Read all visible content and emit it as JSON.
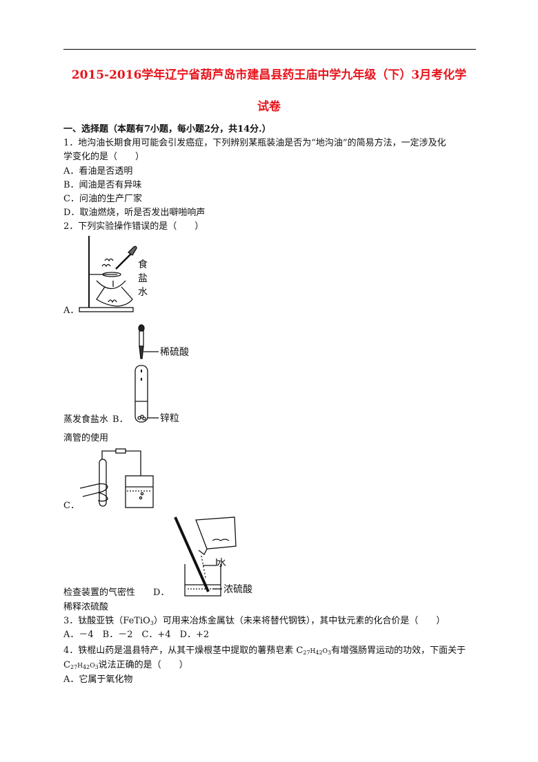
{
  "title": {
    "line1": "2015-2016学年辽宁省葫芦岛市建昌县药王庙中学九年级（下）3月考化学",
    "line2": "试卷"
  },
  "section1": {
    "heading": "一、选择题（本题有7小题，每小题2分，共14分.）"
  },
  "q1": {
    "stem_line1": "1．地沟油长期食用可能会引发癌症，下列辨别某瓶装油是否为“地沟油”的简易方法，一定涉及化",
    "stem_line2": "学变化的是（　　）",
    "option_a": "A．看油是否透明",
    "option_b": "B．闻油是否有异味",
    "option_c": "C．问油的生产厂家",
    "option_d": "D．取油燃烧，听是否发出噼啪响声"
  },
  "q2": {
    "stem": "2．下列实验操作错误的是（　　）",
    "a_letter": "A．",
    "a_caption": "蒸发食盐水",
    "b_letter": "B．",
    "b_caption": "滴管的使用",
    "c_letter": "C．",
    "c_caption": "检查装置的气密性",
    "d_letter": "D．",
    "d_caption": "稀释浓硫酸",
    "fig_a": {
      "label_1": "食",
      "label_2": "盐",
      "label_3": "水"
    },
    "fig_b": {
      "label_top": "稀硫酸",
      "label_bottom": "锌粒"
    },
    "fig_d": {
      "label_top": "水",
      "label_bottom": "浓硫酸"
    }
  },
  "q3": {
    "stem_pre": "3．钛酸亚铁（FeTiO",
    "stem_sub": "3",
    "stem_post": "）可用来冶炼金属钛（未来将替代钢铁），其中钛元素的化合价是（　　）",
    "options": "A．－4　B．－2　C．+4　D．+2"
  },
  "q4": {
    "stem_line1_pre": "4．铁棍山药是温县特产，从其干燥根茎中提取的薯蓣皂素 C",
    "f1": "27",
    "f2": "H",
    "f3": "42",
    "f4": "O",
    "f5": "3",
    "stem_line1_post": "有增强肠胃运动的功效，下面关于",
    "stem_line2_pre": "C",
    "stem_line2_post": "说法正确的是（　　）",
    "option_a": "A．它属于氧化物"
  }
}
